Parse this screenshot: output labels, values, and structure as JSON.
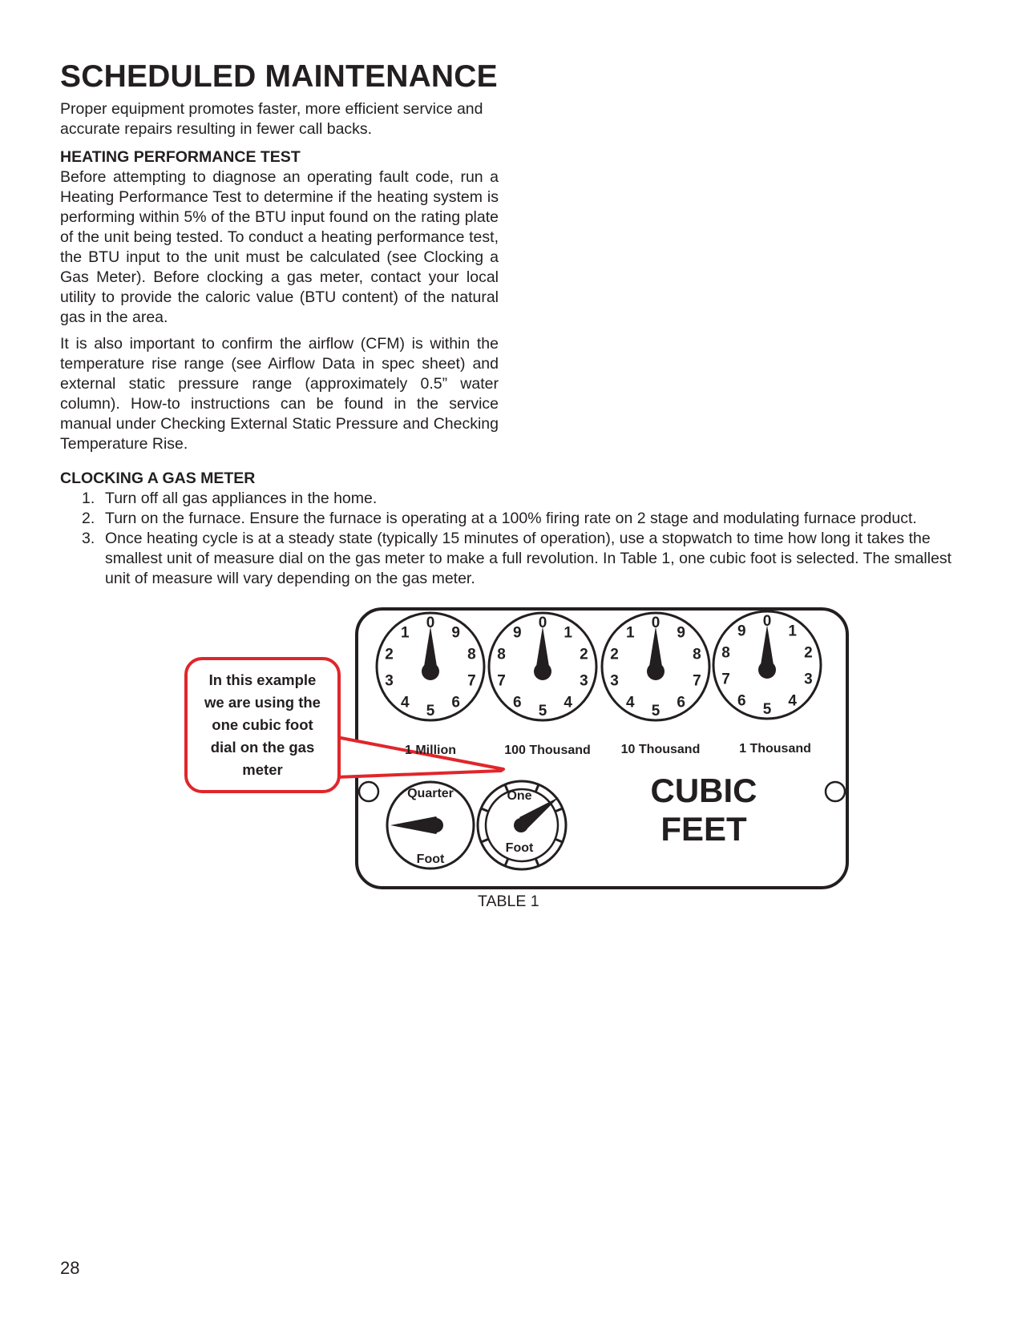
{
  "page": {
    "title": "SCHEDULED MAINTENANCE",
    "intro": "Proper equipment promotes faster, more efficient service and accurate repairs resulting in fewer call backs.",
    "page_number": "28"
  },
  "heating_performance_test": {
    "heading": "HEATING PERFORMANCE TEST",
    "paragraphs": [
      "Before attempting to diagnose an operating fault code, run a Heating Performance Test to determine if the heating system is performing within 5% of the BTU input found on the rating plate of the unit being tested. To conduct a heating performance test, the BTU input to the unit must be calculated (see Clocking a Gas Meter). Before clocking a gas meter, contact your local utility to provide the caloric value (BTU content) of the natural gas in the area.",
      "It is also important to confirm the airflow (CFM) is within the temperature rise range (see Airflow Data in spec sheet) and external static pressure range (approximately 0.5” water column). How-to instructions can be found in the service manual under Checking External Static Pressure and Checking Temperature Rise."
    ]
  },
  "clocking_gas_meter": {
    "heading": "CLOCKING A GAS METER",
    "steps": [
      {
        "num": "1.",
        "text": "Turn off all gas appliances in the home."
      },
      {
        "num": "2.",
        "text": "Turn on the furnace. Ensure the furnace is operating at a 100% firing rate on 2 stage and modulating furnace product."
      },
      {
        "num": "3.",
        "text": "Once heating cycle is at a steady state (typically 15 minutes of operation), use a stopwatch to time how long it takes the smallest unit of measure dial on the gas meter to make a full revolution. In Table 1, one cubic foot is selected. The smallest unit of measure will vary depending on the gas meter."
      }
    ]
  },
  "figure": {
    "callout": "In this example we are using the one cubic foot dial on the gas meter",
    "dials": [
      {
        "label": "1 Million",
        "direction": "counterclockwise",
        "numbers": [
          "0",
          "1",
          "2",
          "3",
          "4",
          "5",
          "6",
          "7",
          "8",
          "9"
        ]
      },
      {
        "label": "100 Thousand",
        "direction": "clockwise",
        "numbers": [
          "0",
          "1",
          "2",
          "3",
          "4",
          "5",
          "6",
          "7",
          "8",
          "9"
        ]
      },
      {
        "label": "10 Thousand",
        "direction": "counterclockwise",
        "numbers": [
          "0",
          "1",
          "2",
          "3",
          "4",
          "5",
          "6",
          "7",
          "8",
          "9"
        ]
      },
      {
        "label": "1 Thousand",
        "direction": "clockwise",
        "numbers": [
          "0",
          "1",
          "2",
          "3",
          "4",
          "5",
          "6",
          "7",
          "8",
          "9"
        ]
      }
    ],
    "quarter_dial": {
      "top": "Quarter",
      "bottom": "Foot"
    },
    "one_foot_dial": {
      "top": "One",
      "bottom": "Foot"
    },
    "units_line1": "CUBIC",
    "units_line2": "FEET",
    "caption": "TABLE 1",
    "callout_color": "#e0262b"
  }
}
